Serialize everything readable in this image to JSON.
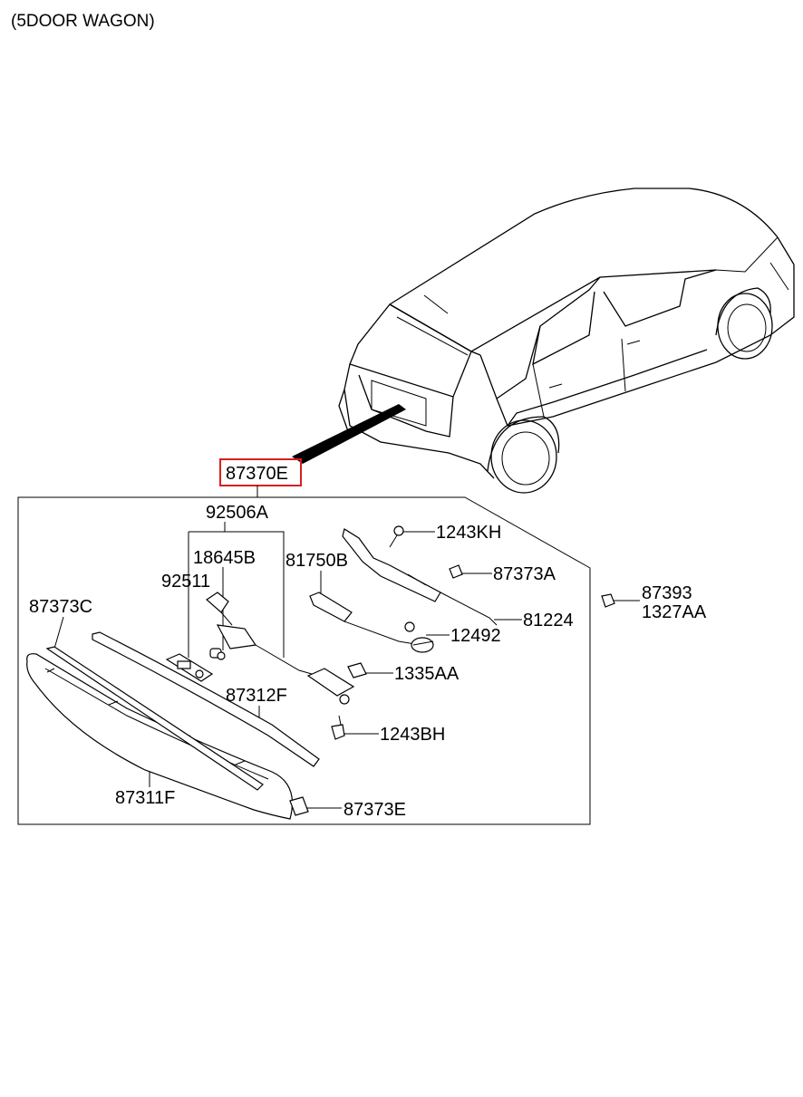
{
  "title": "(5DOOR WAGON)",
  "main_part": {
    "label": "87370E",
    "highlight_color": "#d62020"
  },
  "parts": {
    "p92506A": "92506A",
    "p18645B": "18645B",
    "p92511": "92511",
    "p81750B": "81750B",
    "p1243KH": "1243KH",
    "p87373A": "87373A",
    "p81224": "81224",
    "p12492": "12492",
    "p1335AA": "1335AA",
    "p1243BH": "1243BH",
    "p87373C": "87373C",
    "p87312F": "87312F",
    "p87311F": "87311F",
    "p87373E": "87373E",
    "p87393": "87393",
    "p1327AA": "1327AA"
  }
}
